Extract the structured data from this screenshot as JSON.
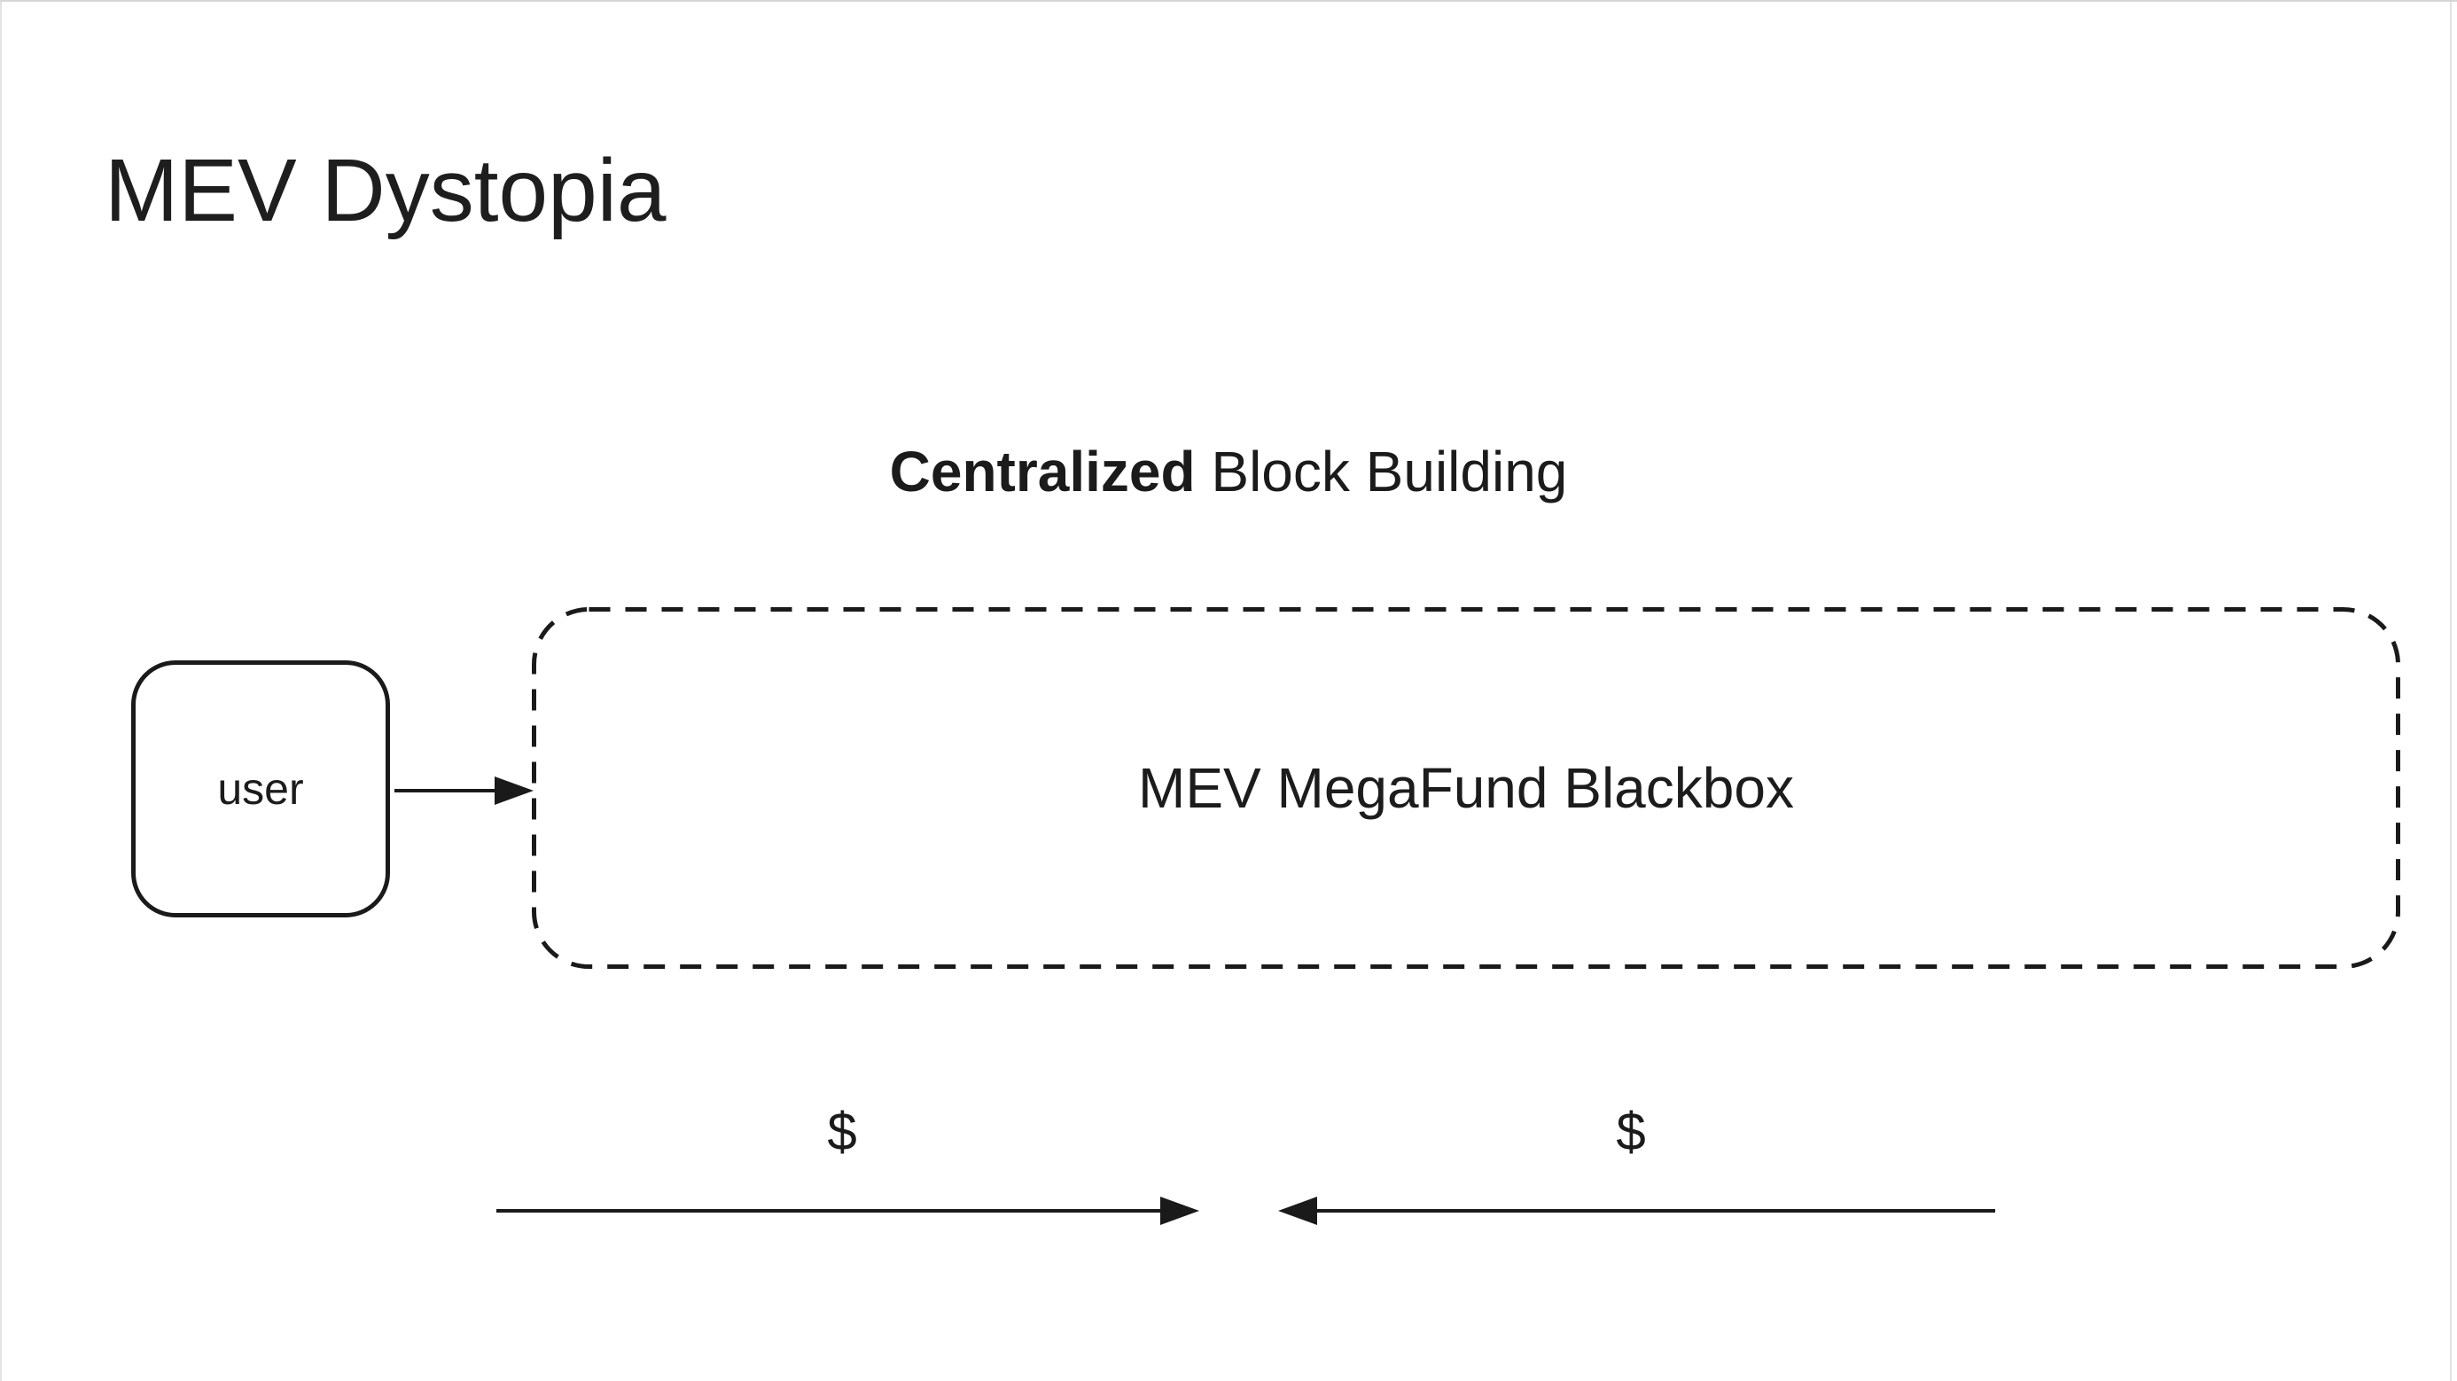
{
  "page": {
    "title": "MEV Dystopia",
    "background_color": "#ffffff",
    "top_border_color": "#d6d6d6"
  },
  "heading": {
    "bold": "Centralized",
    "rest": " Block Building"
  },
  "nodes": {
    "user": {
      "label": "user",
      "shape": "rounded-rect",
      "border_style": "solid"
    },
    "blackbox": {
      "label": "MEV MegaFund Blackbox",
      "shape": "rounded-rect",
      "border_style": "dashed"
    }
  },
  "edges": {
    "user_to_blackbox": {
      "from": "user",
      "to": "blackbox",
      "direction": "right",
      "label": ""
    },
    "money_in": {
      "label": "$",
      "direction": "right"
    },
    "money_out": {
      "label": "$",
      "direction": "left"
    }
  },
  "colors": {
    "stroke": "#1a1a1a",
    "text": "#1c1c1c"
  }
}
